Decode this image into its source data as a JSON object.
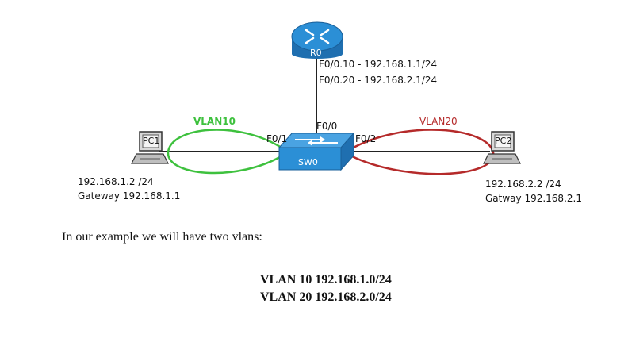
{
  "diagram": {
    "router": {
      "name": "R0",
      "subif1": "F0/0.10 - 192.168.1.1/24",
      "subif2": "F0/0.20 - 192.168.2.1/24"
    },
    "switch": {
      "name": "SW0",
      "port_uplink": "F0/0",
      "port_left": "F0/1",
      "port_right": "F0/2"
    },
    "vlan_left": {
      "label": "VLAN10",
      "color": "#3ec13e"
    },
    "vlan_right": {
      "label": "VLAN20",
      "color": "#b52a2a"
    },
    "pc1": {
      "name": "PC1",
      "ip": "192.168.1.2 /24",
      "gateway": "Gateway 192.168.1.1"
    },
    "pc2": {
      "name": "PC2",
      "ip": "192.168.2.2 /24",
      "gateway": "Gatway 192.168.2.1"
    },
    "colors": {
      "device_blue": "#2b8fd6",
      "device_dark": "#1f6fb0",
      "link": "#222222"
    }
  },
  "text": {
    "intro": "In our example we will have two vlans:",
    "vlan10_line": "VLAN 10 192.168.1.0/24",
    "vlan20_line": "VLAN 20 192.168.2.0/24"
  }
}
